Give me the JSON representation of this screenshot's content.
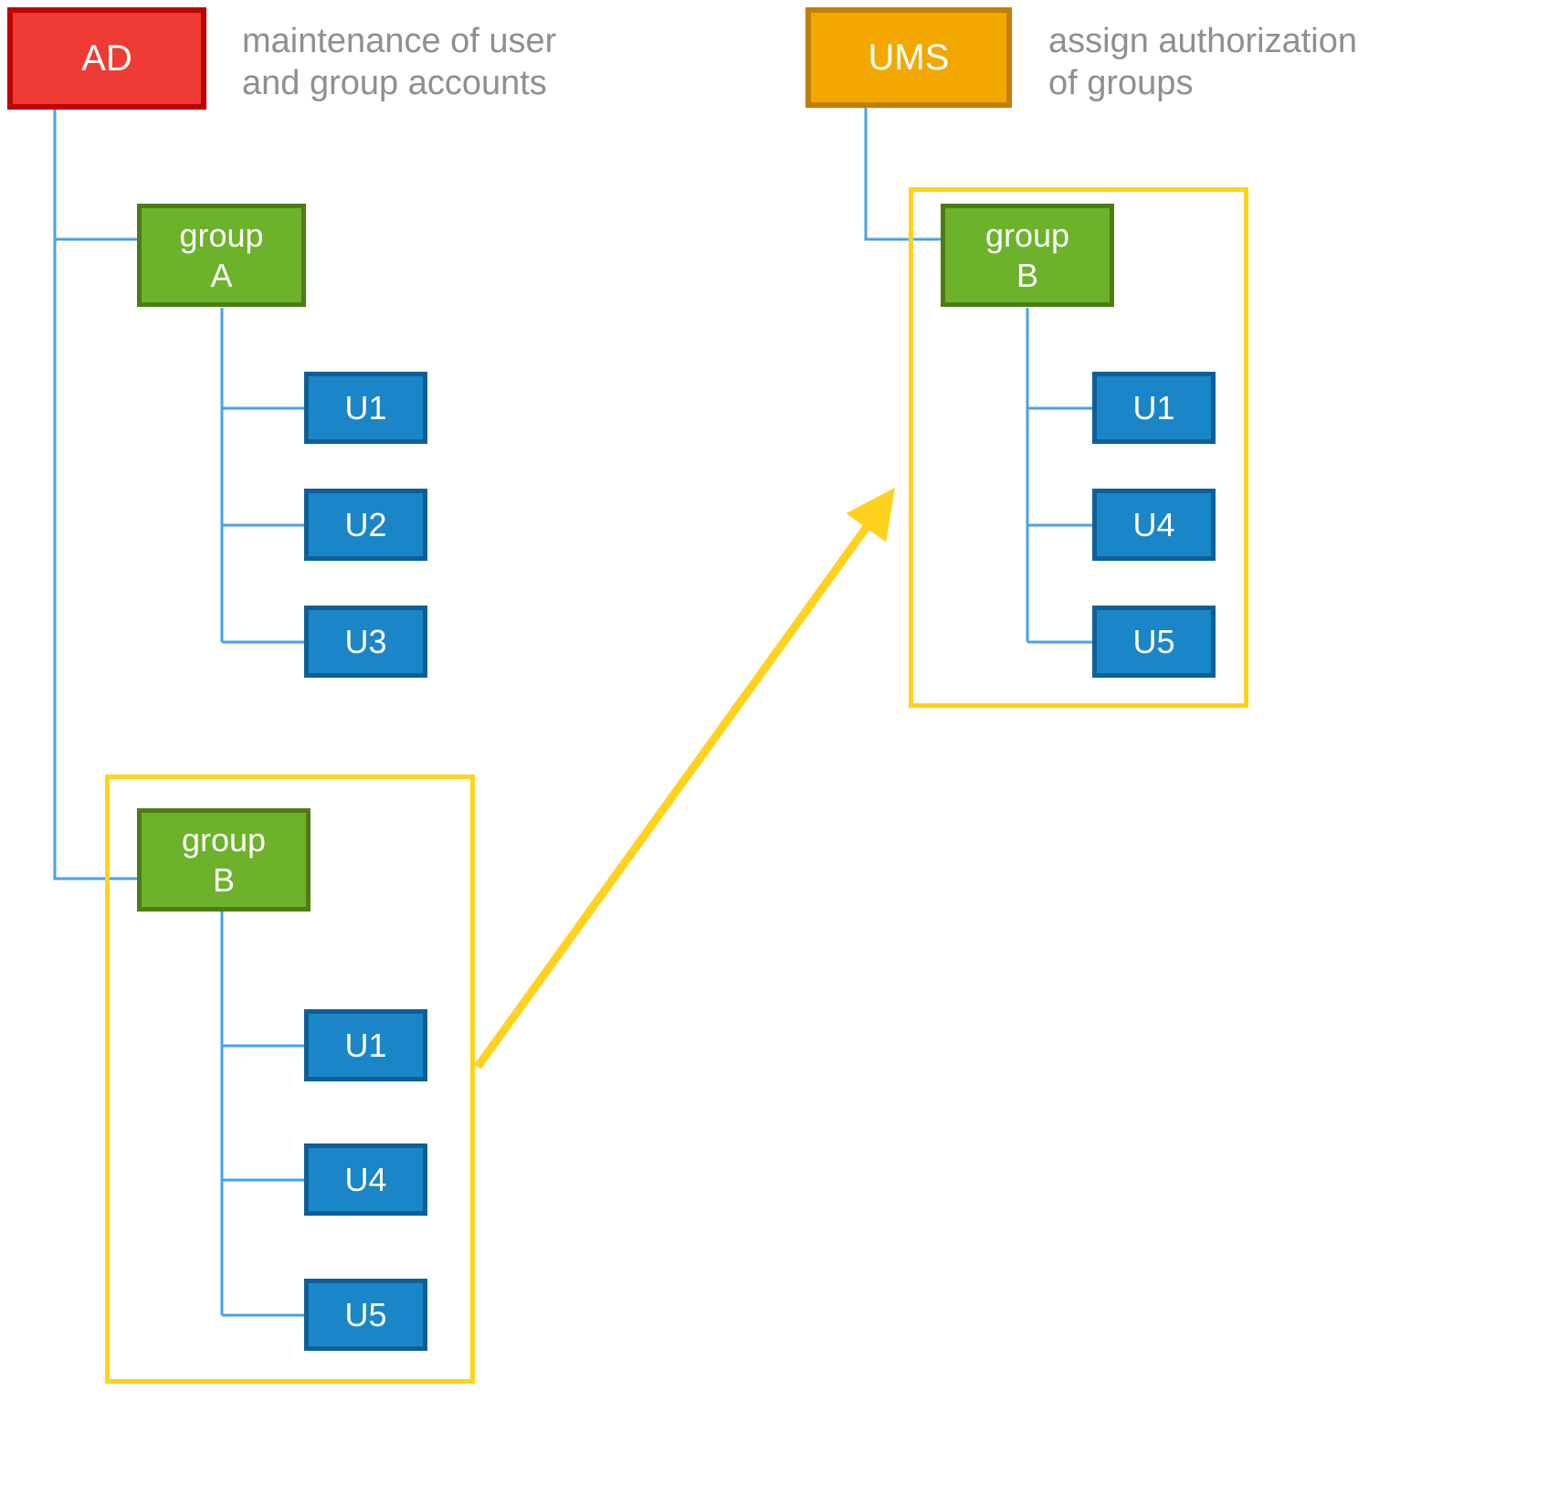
{
  "diagram": {
    "ad": {
      "label": "AD",
      "note": "maintenance of user\nand group accounts"
    },
    "ums": {
      "label": "UMS",
      "note": "assign authorization\nof groups"
    },
    "ad_tree": {
      "group_a": {
        "label": "group\nA",
        "users": [
          "U1",
          "U2",
          "U3"
        ]
      },
      "group_b": {
        "label": "group\nB",
        "users": [
          "U1",
          "U4",
          "U5"
        ]
      }
    },
    "ums_tree": {
      "group_b": {
        "label": "group\nB",
        "users": [
          "U1",
          "U4",
          "U5"
        ]
      }
    },
    "colors": {
      "ad_fill": "#ee3b33",
      "ad_border": "#c00000",
      "ums_fill": "#f2a800",
      "ums_border": "#c07f00",
      "group_fill": "#6cb22a",
      "group_border": "#4c7d15",
      "user_fill": "#1a86c8",
      "user_border": "#0d5f99",
      "connector": "#4aa1e9",
      "highlight": "#ffd21e",
      "note_text": "#8f8f8f"
    }
  }
}
